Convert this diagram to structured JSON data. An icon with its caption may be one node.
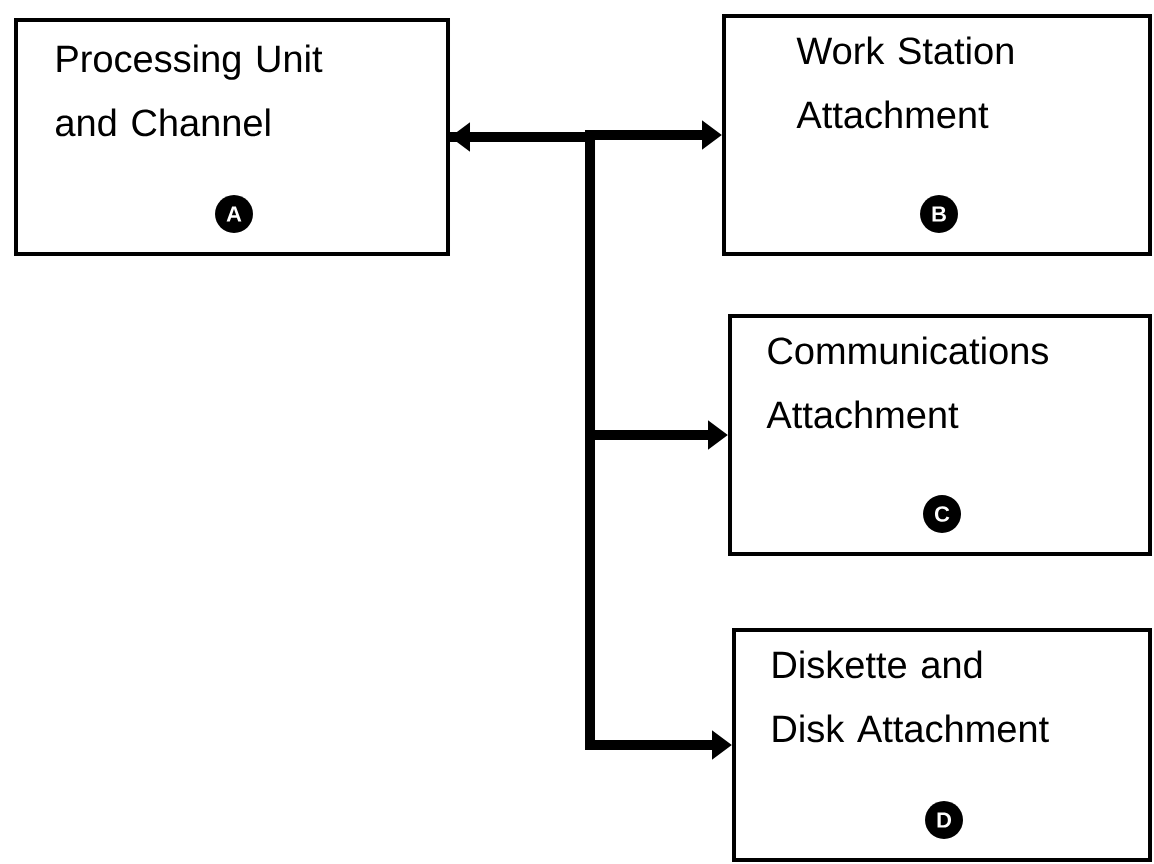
{
  "diagram": {
    "nodes": [
      {
        "text": [
          "Processing Unit and Channel",
          "A"
        ]
      },
      {
        "text": [
          "Work Station Attachment",
          "B"
        ]
      },
      {
        "text": [
          "Communications Attachment",
          "C"
        ]
      },
      {
        "text": [
          "Diskette and Disk Attachment",
          "D"
        ]
      }
    ],
    "edges": [
      {
        "from": 0,
        "to": 1,
        "arrow": "both"
      },
      {
        "from": 0,
        "to": 2,
        "arrow": "to"
      },
      {
        "from": 0,
        "to": 3,
        "arrow": "to"
      }
    ]
  }
}
